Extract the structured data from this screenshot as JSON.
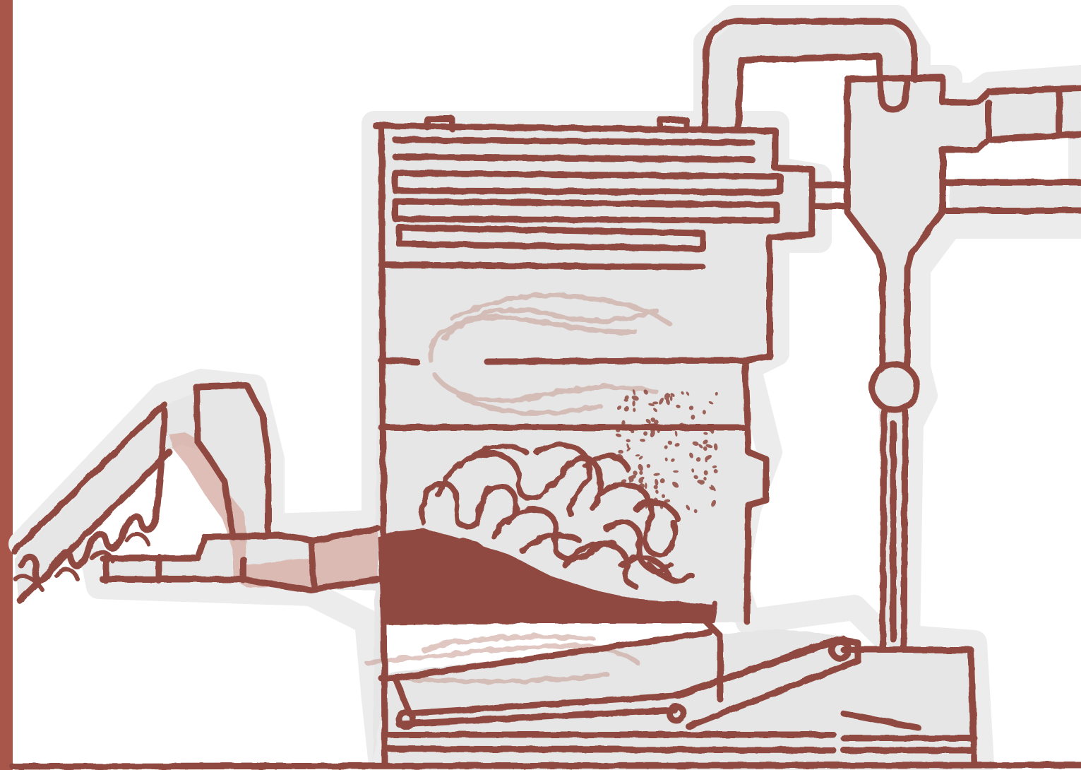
{
  "diagram": {
    "colors": {
      "stroke": "#8f4a40",
      "fill": "#e6e6e6",
      "halo": "#ececec",
      "feed": "#d9b3ab",
      "smoke": "#c79a92",
      "side_bar": "#a8564a",
      "background": "#ffffff"
    },
    "components": [
      "boiler-housing",
      "heat-exchanger-tubes",
      "combustion-chamber",
      "fuel-bed",
      "flames",
      "embers",
      "smoke-swirls",
      "screw-feeder",
      "auger-screw",
      "feed-hopper",
      "feed-pipe",
      "ash-tray",
      "ash-conveyor",
      "flue-duct",
      "cyclone-separator",
      "dust-drop-pipe",
      "rotary-valve",
      "dust-collector-bin",
      "exhaust-outlet"
    ]
  }
}
